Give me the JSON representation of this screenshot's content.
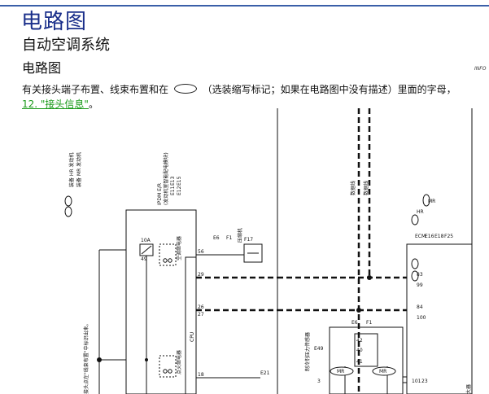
{
  "header": {
    "title": "电路图",
    "subtitle": "自动空调系统",
    "section": "电路图",
    "info_tag": "INFO"
  },
  "description": {
    "before_symbol": "有关接头端子布置、线束布置和在",
    "after_symbol": "（选装缩写标记；如果在电路图中没有描述）里面的字母，",
    "link_text": "12. \"接头信息\"",
    "link_suffix": "。"
  },
  "diagram": {
    "legend_hr": "装备 HR 发动机",
    "legend_mr": "装备 MR 发动机",
    "module_name": "IPDM E/R",
    "module_desc": "(发动机室智能配电模块)",
    "connectors_top": [
      "E11",
      "E12",
      "E13",
      "E15"
    ],
    "fuse_rating": "10A",
    "fuse_no": "49",
    "relay1": "空调继电器",
    "relay2": "点火继电器",
    "cpu": "CPU",
    "comp_label": "压缩机",
    "comp_connector": "F17",
    "e6": "E6",
    "f1": "F1",
    "pins": [
      "56",
      "29",
      "26",
      "27",
      "18"
    ],
    "e21": "E21",
    "data_line1": "数据线",
    "data_line2": "数据线",
    "ecm_label": "ECM",
    "ecm_connectors": [
      "E16",
      "E18",
      "F25"
    ],
    "hr": "HR",
    "mr": "MR",
    "pin_83": "83",
    "pin_99": "99",
    "pin_84": "84",
    "pin_100": "100",
    "pin_101": "101",
    "pin_23": "23",
    "pin_3": "3",
    "sensor_label": "制冷剂压力传感器",
    "sensor_connector": "E49",
    "sensor_pins": [
      "41",
      "40",
      "42"
    ],
    "side_note": "接头点在\"线束布置\"中标识出来。",
    "corner_label": "大器"
  }
}
